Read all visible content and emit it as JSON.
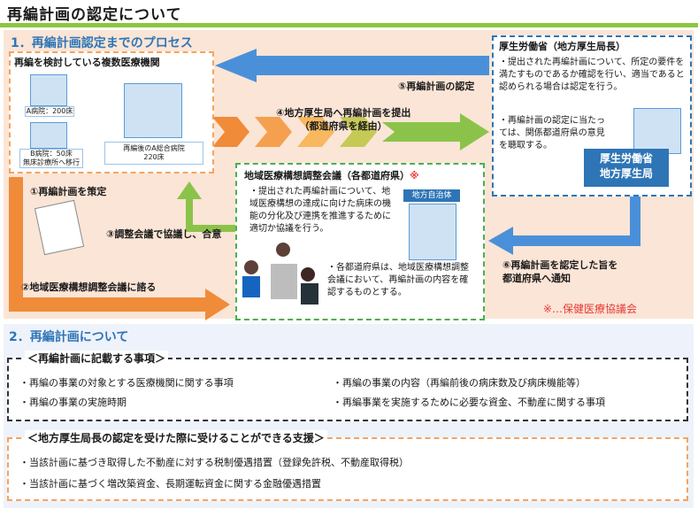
{
  "title": "再編計画の認定について",
  "section1": {
    "heading": "1．再編計画認定までのプロセス",
    "hospitals_box": {
      "title": "再編を検討している複数医療機関",
      "hospital_a": "A病院：200床",
      "hospital_b": "B病院：50床\n無床診療所へ移行",
      "merged": "再編後のA総合病院\n220床"
    },
    "mhlw_box": {
      "title": "厚生労働省（地方厚生局長）",
      "text1": "・提出された再編計画について、所定の要件を満たすものであるか確認を行い、適当であると認められる場合は認定を行う。",
      "text2": "・再編計画の認定に当たっては、関係都道府県の意見を聴取する。",
      "badge": "厚生労働省\n地方厚生局"
    },
    "council_box": {
      "title": "地域医療構想調整会議（各都道府県）",
      "mark": "※",
      "text1": "・提出された再編計画について、地域医療構想の達成に向けた病床の機能の分化及び連携を推進するために適切か協議を行う。",
      "text2": "・各都道府県は、地域医療構想調整会議において、再編計画の内容を確認するものとする。",
      "local_gov_sign": "地方自治体"
    },
    "steps": {
      "s1": "①再編計画を策定",
      "s2": "②地域医療構想調整会議に諮る",
      "s3": "③調整会議で協議し、合意",
      "s4": "④地方厚生局へ再編計画を提出\n（都道府県を経由）",
      "s5": "⑤再編計画の認定",
      "s6": "⑥再編計画を認定した旨を\n都道府県へ通知"
    },
    "footnote": "※…保健医療協議会"
  },
  "section2": {
    "heading": "2．再編計画について",
    "box1": {
      "title": "＜再編計画に記載する事項＞",
      "items": [
        "・再編の事業の対象とする医療機関に関する事項",
        "・再編の事業の内容（再編前後の病床数及び病床機能等）",
        "・再編の事業の実施時期",
        "・再編事業を実施するために必要な資金、不動産に関する事項"
      ]
    },
    "box2": {
      "title": "＜地方厚生局長の認定を受けた際に受けることができる支援＞",
      "items": [
        "・当該計画に基づき取得した不動産に対する税制優遇措置（登録免許税、不動産取得税）",
        "・当該計画に基づく増改築資金、長期運転資金に関する金融優遇措置"
      ]
    }
  },
  "colors": {
    "accent_blue": "#2e75b6",
    "arrow_orange": "#f08b3a",
    "arrow_green": "#8bc34a",
    "arrow_blue": "#4a90d9",
    "footnote_red": "#e53935"
  }
}
